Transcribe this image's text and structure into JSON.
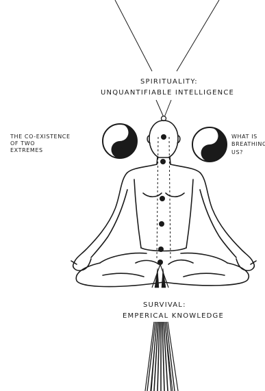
{
  "labels": {
    "spirituality_line1": "SPIRITUALITY:",
    "spirituality_line2": "UNQUANTIFIABLE INTELLIGENCE",
    "left_line1": "THE Co-EXISTENCE",
    "left_line2": "OF TWO",
    "left_line3": "EXTREMES",
    "right_line1": "WHAT IS",
    "right_line2": "BREATHING",
    "right_line3": "US?",
    "survival_line1": "SURVIVAL:",
    "survival_line2": "EMPERICAL KNOWLEDGE"
  },
  "icons": {
    "left": "yin-yang-icon",
    "right": "yin-yang-icon"
  },
  "colors": {
    "ink": "#1a1a1a",
    "paper": "#ffffff"
  }
}
